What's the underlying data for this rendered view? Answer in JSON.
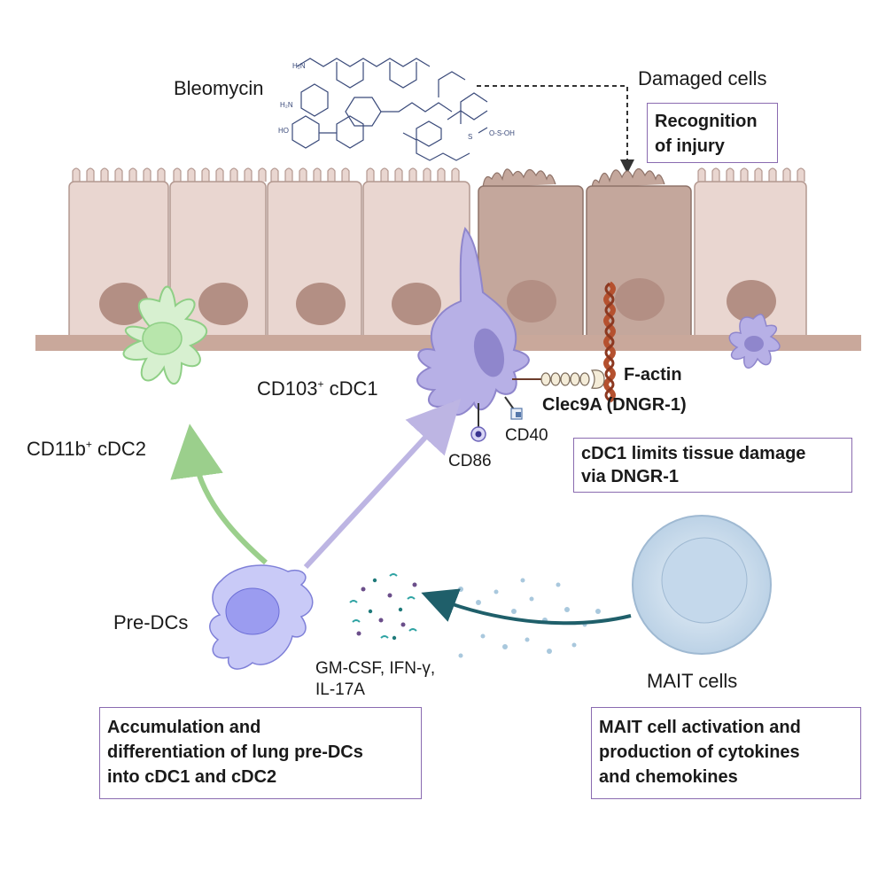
{
  "labels": {
    "bleomycin": "Bleomycin",
    "damaged_cells": "Damaged cells",
    "cd103_prefix": "CD103",
    "cd103_sup": "+",
    "cd103_suffix": " cDC1",
    "cd11b_prefix": "CD11b",
    "cd11b_sup": "+",
    "cd11b_suffix": " cDC2",
    "f_actin": "F-actin",
    "clec9a": "Clec9A (DNGR-1)",
    "cd40": "CD40",
    "cd86": "CD86",
    "pre_dcs": "Pre-DCs",
    "mait_cells": "MAIT cells",
    "cytokines_line1": "GM-CSF, IFN-γ,",
    "cytokines_line2": "IL-17A"
  },
  "boxes": {
    "recognition": [
      "Recognition",
      "of injury"
    ],
    "cdc1_limits": [
      "cDC1 limits tissue damage",
      "via DNGR-1"
    ],
    "accumulation": [
      "Accumulation and",
      "differentiation of lung pre-DCs",
      "into cDC1 and cDC2"
    ],
    "mait_activation": [
      "MAIT cell activation and",
      "production of cytokines",
      "and chemokines"
    ]
  },
  "colors": {
    "epithelium": "#e9d6d0",
    "epithelium_edge": "#b39890",
    "damaged_epithelium": "#c4a79c",
    "nucleus": "#b38f84",
    "basement": "#c9a89b",
    "cdc1": "#b7b0e6",
    "cdc1_nucleus": "#8f86cc",
    "cdc2": "#d7f0d0",
    "cdc2_edge": "#8fcf86",
    "predc": "#c9caf7",
    "mait": "#d7e6f3",
    "factin": "#b5512f",
    "arrow_green": "#9bcf8c",
    "arrow_purple": "#bdb5e3",
    "arrow_teal": "#1f5f6a",
    "box_border": "#8a6bb0"
  },
  "icons": [
    "bleomycin-structure-icon",
    "f-actin-filament-icon",
    "clec9a-receptor-icon",
    "cd86-receptor-icon",
    "cd40-receptor-icon",
    "cytokine-dots-icon"
  ]
}
